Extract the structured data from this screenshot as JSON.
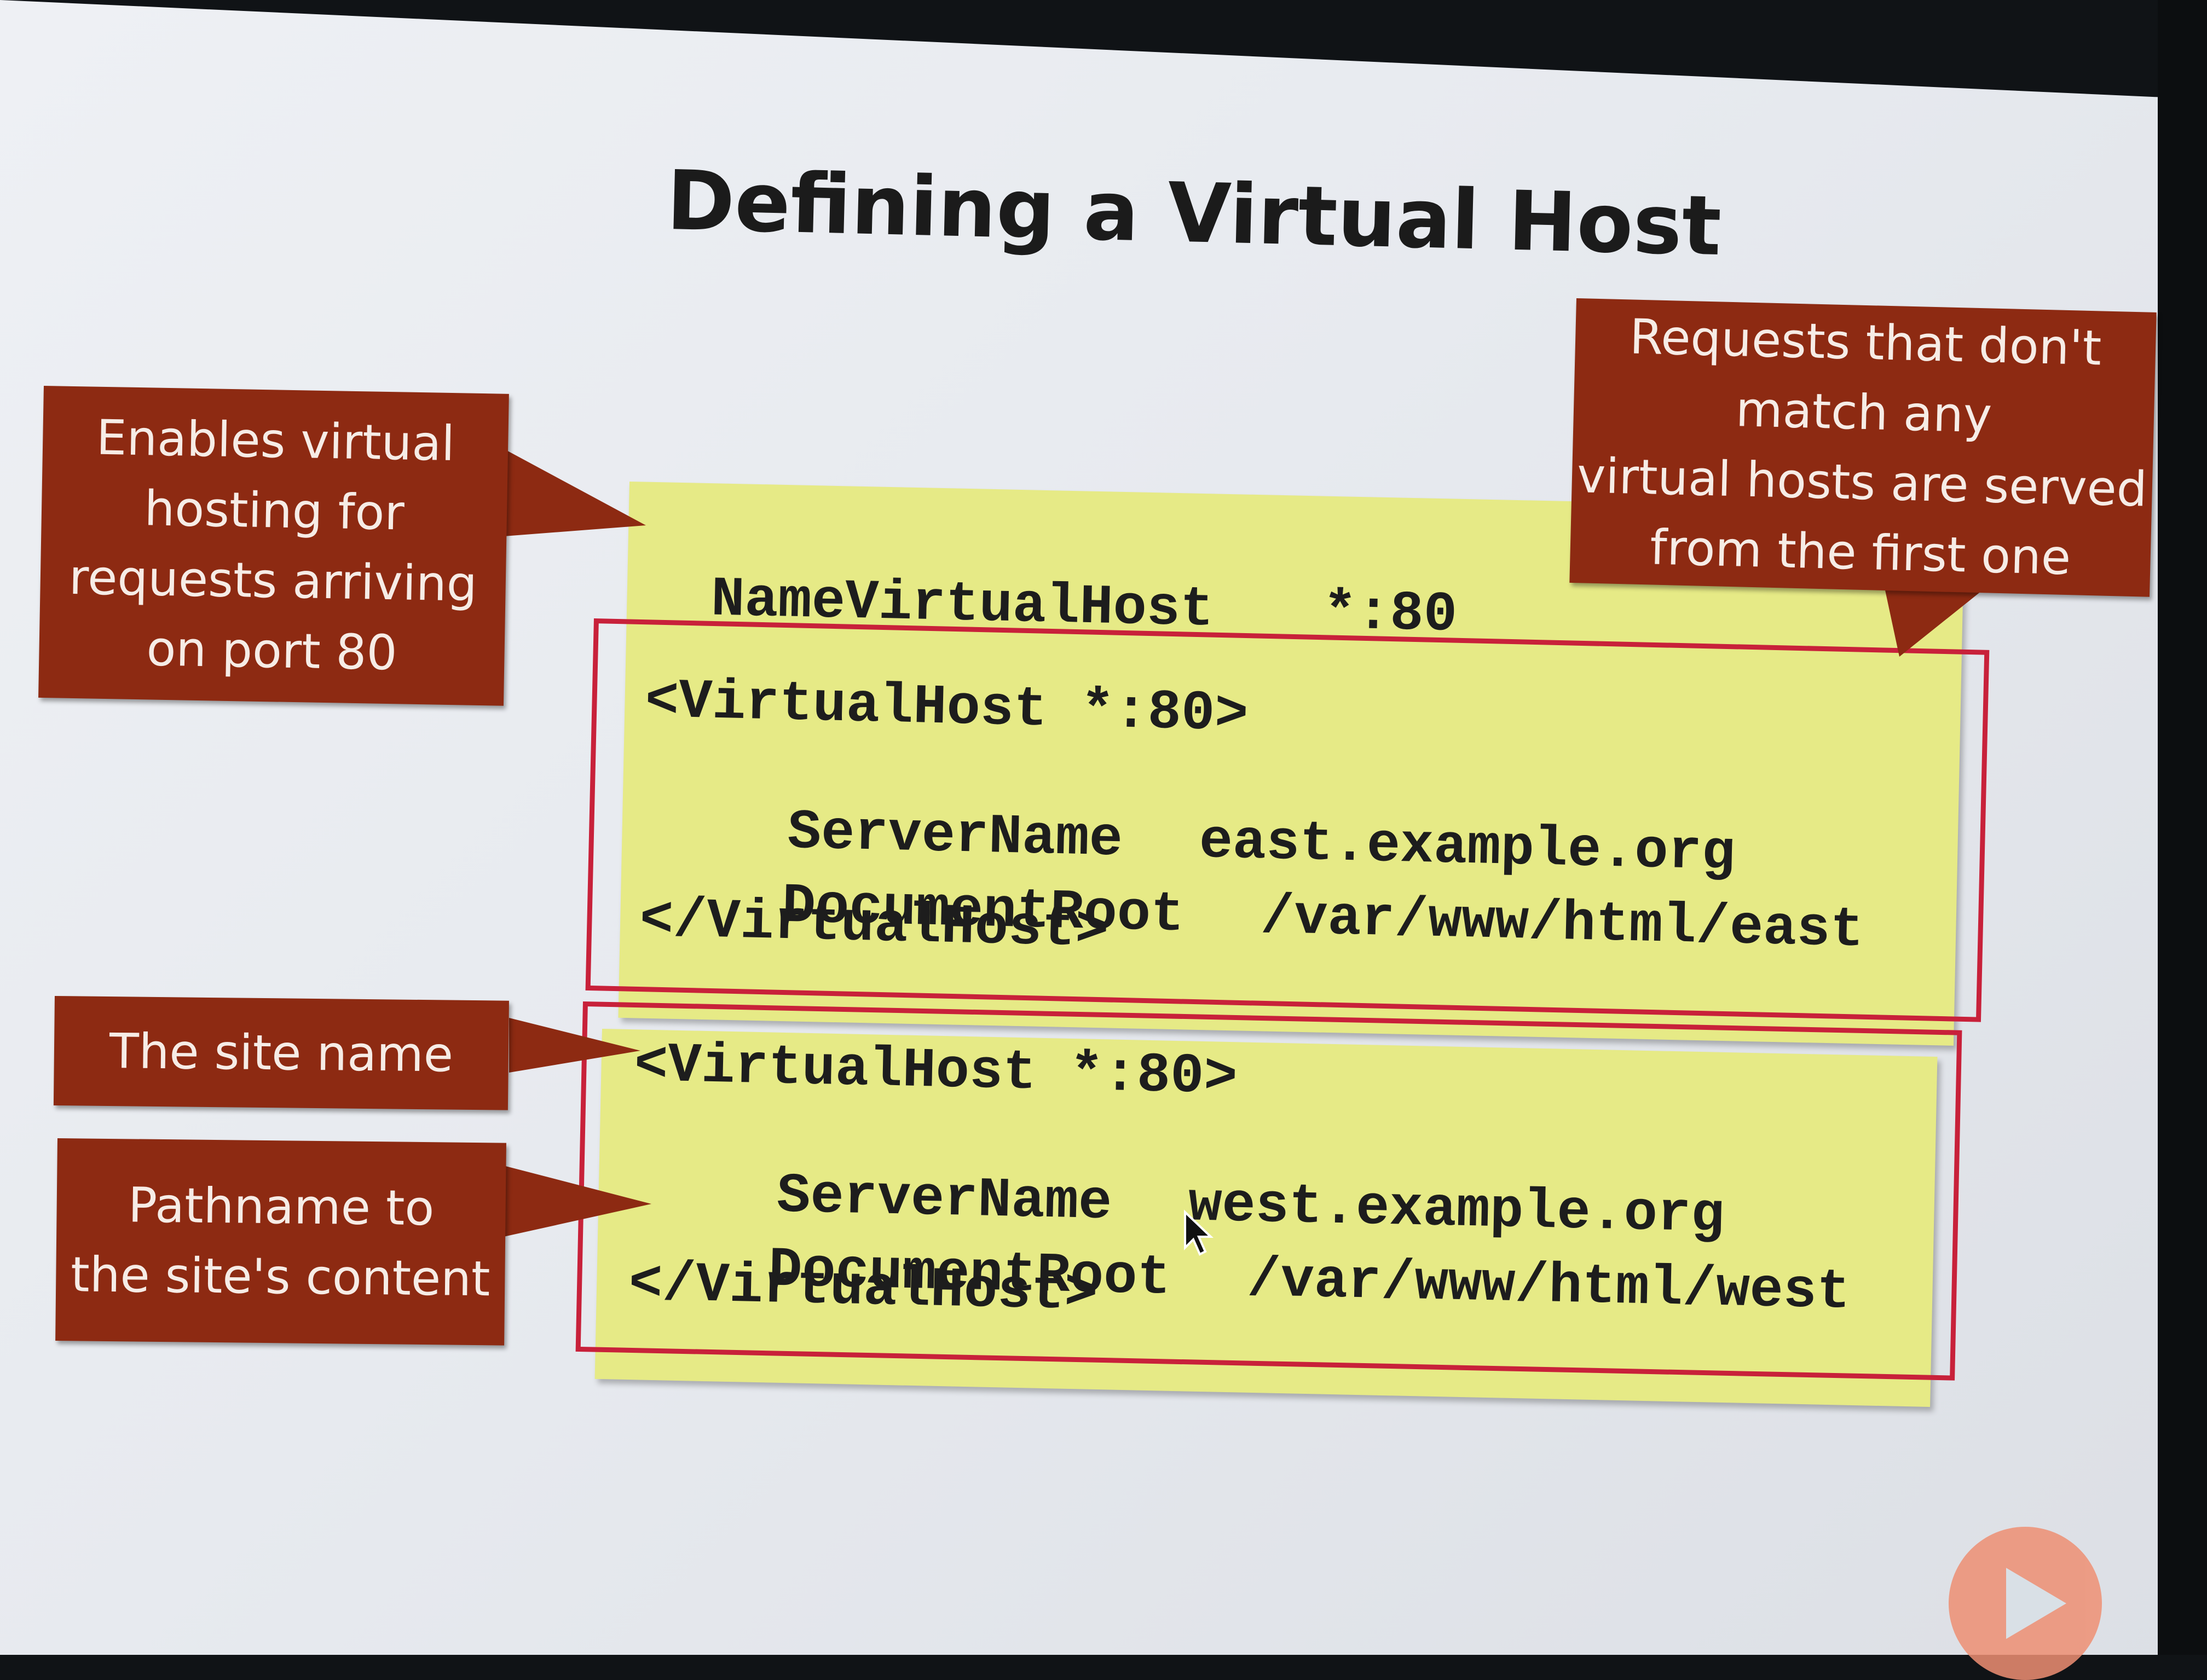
{
  "slide": {
    "title": "Defining a Virtual Host",
    "code": {
      "global": {
        "directive": "NameVirtualHost",
        "value": "*:80"
      },
      "virtual_hosts": [
        {
          "open_tag": "<VirtualHost *:80>",
          "server_name_key": "ServerName",
          "server_name": "east.example.org",
          "document_root_key": "DocumentRoot",
          "document_root": "/var/www/html/east",
          "close_tag": "</VirtualHost>"
        },
        {
          "open_tag": "<VirtualHost *:80>",
          "server_name_key": "ServerName",
          "server_name": "west.example.org",
          "document_root_key": "DocumentRoot",
          "document_root": "/var/www/html/west",
          "close_tag": "</VirtualHost>"
        }
      ]
    },
    "callouts": {
      "enables": "Enables virtual\nhosting for\nrequests arriving\non port 80",
      "requests": "Requests that don't\nmatch any\nvirtual hosts are served\nfrom the first one",
      "site_name": "The site name",
      "pathname": "Pathname to\nthe site's content"
    }
  },
  "colors": {
    "callout": "#8d2a12",
    "code_panel": "#e6ea86",
    "frame": "#c8213a",
    "play_button": "#ee8f73"
  },
  "icons": {
    "play": "play-icon",
    "cursor": "mouse-cursor-icon"
  }
}
